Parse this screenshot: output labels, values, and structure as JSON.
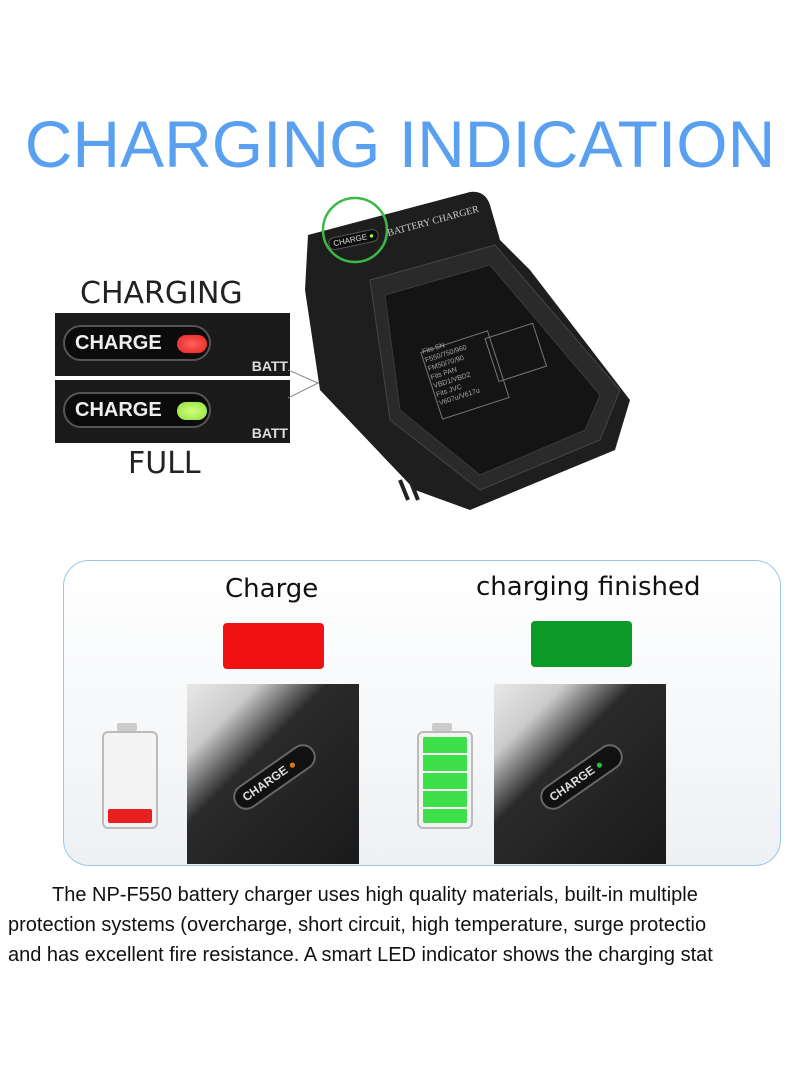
{
  "title": "CHARGING INDICATION",
  "left_labels": {
    "charging": "CHARGING",
    "full": "FULL"
  },
  "led_closeups": [
    {
      "pill_text": "CHARGE",
      "batt_text": "BATT",
      "led_color": "#e8231f"
    },
    {
      "pill_text": "CHARGE",
      "batt_text": "BATT",
      "led_color": "#8ee03a"
    }
  ],
  "charger": {
    "indicator": "CHARGE",
    "brand_label": "BATTERY CHARGER",
    "plate_lines": [
      "Fits SN",
      "F550/750/960",
      "FM50/70/90",
      "Fits PAN",
      "VBD1/VBD2",
      "Fits JVC",
      "V607u/V617u"
    ]
  },
  "status_panel": [
    {
      "title": "Charge",
      "swatch_color": "#f01212",
      "photo_label": "CHARGE",
      "led_color": "#e07a10",
      "battery_level": 0.15,
      "battery_color": "#e82020"
    },
    {
      "title": "charging finished",
      "swatch_color": "#0a9a25",
      "photo_label": "CHARGE",
      "led_color": "#22c040",
      "battery_level": 1.0,
      "battery_color": "#3ee04a"
    }
  ],
  "description": [
    "The NP-F550 battery charger uses high quality materials, built-in multiple",
    "protection systems (overcharge, short circuit, high temperature, surge protectio",
    "and has excellent fire resistance. A smart LED indicator shows the charging stat"
  ]
}
